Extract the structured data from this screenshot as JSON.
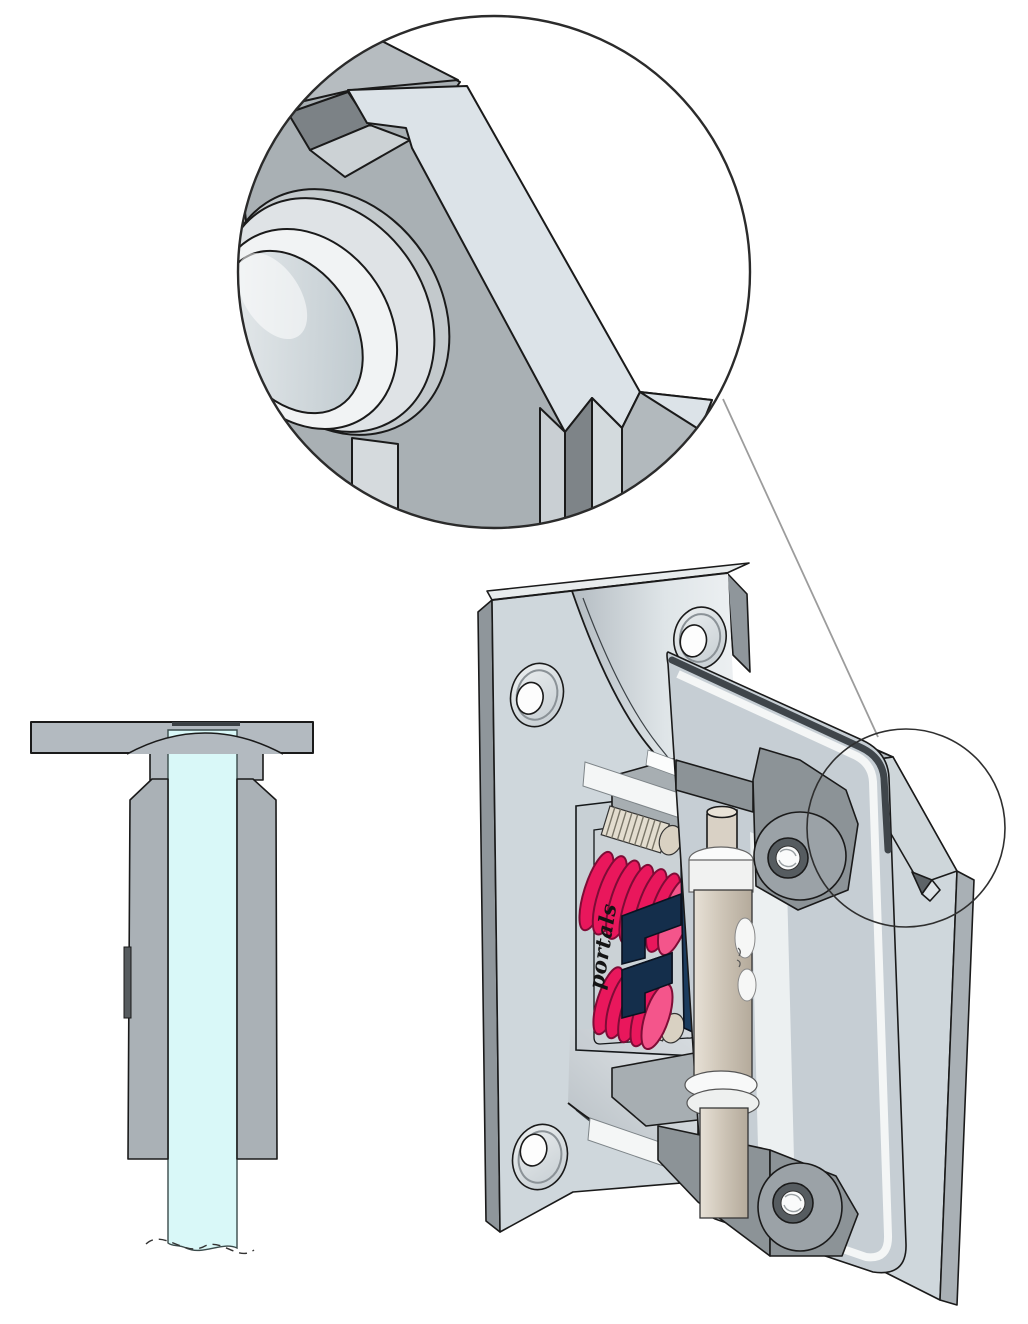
{
  "figure": {
    "kind": "cad-technical-illustration",
    "background": "#ffffff",
    "views": {
      "detail_callout": {
        "shape": "circle",
        "parts": [
          "pivot-boss",
          "chamfered-edge-bar",
          "edge-groove-notch",
          "plate-section-faces"
        ]
      },
      "side_section": {
        "parts": [
          "ceiling-plate",
          "dome-cover",
          "glass-panel",
          "clamp-jaw-left",
          "clamp-jaw-right",
          "glass-liner",
          "glass-break-line"
        ]
      },
      "isometric": {
        "parts": [
          "wall-mount-plate",
          "countersunk-screw-holes",
          "curved-recess",
          "spring-housing-frame",
          "adjustment-screws",
          "torsion-spring",
          "cam-bracket",
          "hinge-pin",
          "washers",
          "hinge-arm-upper",
          "hinge-arm-lower",
          "threaded-bosses",
          "door-clamp-plate",
          "inner-clamp-plate",
          "gasket",
          "corner-chamfer-notch"
        ]
      }
    },
    "callout": {
      "leader_line": true,
      "source_circle": "corner-of-door-clamp-plate"
    }
  },
  "branding": {
    "spring_label": "portals"
  },
  "palette": {
    "line": "#1a1a1a",
    "leader": "#9c9c9c",
    "plate-face": "#cfd7dc",
    "plate-face-2": "#c6ced4",
    "plate-top": "#e8eced",
    "plate-side": "#8f969b",
    "band-top": "#b6bdc2",
    "bevel": "#ced6da",
    "side-band": "#a9b0b5",
    "recess-dark": "#b4bcc2",
    "recess-light": "#edf0f2",
    "block-gray": "#a7aeb2",
    "arm-gray": "#8c9397",
    "boss-gray": "#9ba2a7",
    "ring-dark": "#565c60",
    "white": "#f4f6f6",
    "spring-pink": "#e9175c",
    "spring-dark": "#8f0c3c",
    "spring-light": "#f4558b",
    "navy": "#1c3c5e",
    "navy-dark": "#142e4b",
    "pin-beige": "#cdc4b6",
    "pin-light": "#e7e1d6",
    "pin-dark": "#b4aa9b",
    "glass": "#d9f8f8",
    "side-gray": "#b3bac0",
    "jaw-gray": "#aab1b6",
    "liner-white": "#f0f1f1",
    "gasket": "#3f454a",
    "detail-bar": "#dce3e8",
    "detail-dark": "#7c8286",
    "detail-chamfer": "#ccd2d5",
    "detail-face": "#a9b0b4",
    "boss-face": "#f1f3f4",
    "boss-outer": "#dfe3e6",
    "thread-tan": "#e3ddcf"
  }
}
